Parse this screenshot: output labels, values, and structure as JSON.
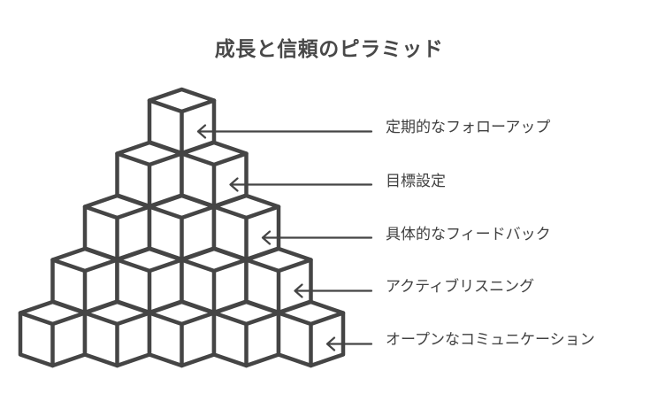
{
  "title": "成長と信頼のピラミッド",
  "colors": {
    "stroke": "#454545",
    "text": "#404040",
    "background": "#ffffff"
  },
  "pyramid": {
    "rows": [
      {
        "level": 1,
        "cubes": 1,
        "label": "定期的なフォローアップ"
      },
      {
        "level": 2,
        "cubes": 2,
        "label": "目標設定"
      },
      {
        "level": 3,
        "cubes": 3,
        "label": "具体的なフィードバック"
      },
      {
        "level": 4,
        "cubes": 4,
        "label": "アクティブリスニング"
      },
      {
        "level": 5,
        "cubes": 5,
        "label": "オープンなコミュニケーション"
      }
    ]
  },
  "icons": {
    "arrow": "arrow-left-icon",
    "block": "cube-icon"
  }
}
